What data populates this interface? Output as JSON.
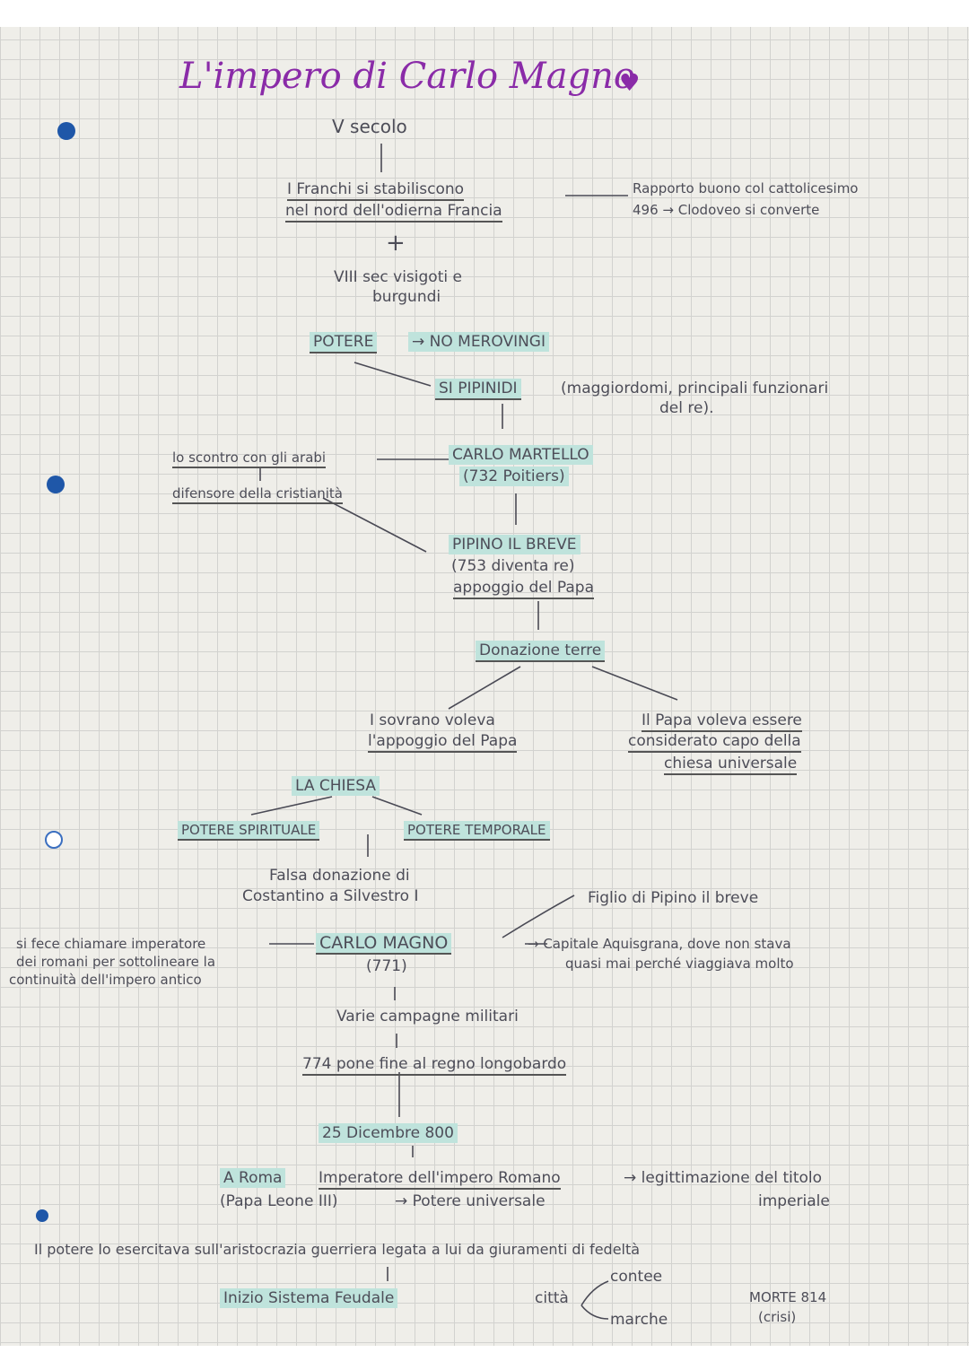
{
  "title": "L'impero di Carlo Magno",
  "heart_icon": "heart-icon",
  "colors": {
    "title": "#8a2ba8",
    "highlight": "#bfe3dc",
    "holes": "#1f57a8"
  },
  "nodes": {
    "secolo": "V secolo",
    "franchi_1": "I Franchi si stabiliscono",
    "franchi_2": "nel nord dell'odierna Francia",
    "rapporto": "Rapporto buono col cattolicesimo",
    "clodoveo": "496 → Clodoveo si converte",
    "plus": "+",
    "visigoti_1": "VIII sec visigoti e",
    "visigoti_2": "burgundi",
    "potere": "POTERE",
    "merovingi": "→ NO MEROVINGI",
    "pipinidi": "SI PIPINIDI",
    "maggiordomi_1": "(maggiordomi, principali funzionari",
    "maggiordomi_2": "del re).",
    "scontro": "lo scontro con gli arabi",
    "difensore": "difensore della cristianità",
    "martello": "CARLO MARTELLO",
    "poitiers": "(732 Poitiers)",
    "pipino": "PIPINO IL BREVE",
    "diventa_re": "(753 diventa re)",
    "appoggio": "appoggio del Papa",
    "donazione": "Donazione terre",
    "sovrano_1": "I sovrano voleva",
    "sovrano_2": "l'appoggio del Papa",
    "papa_1": "Il Papa voleva essere",
    "papa_2": "considerato capo della",
    "papa_3": "chiesa universale",
    "chiesa": "LA CHIESA",
    "spirituale": "POTERE SPIRITUALE",
    "temporale": "POTERE TEMPORALE",
    "falsa_1": "Falsa donazione di",
    "falsa_2": "Costantino a Silvestro I",
    "figlio": "Figlio di Pipino il breve",
    "imperatore_1": "si fece chiamare imperatore",
    "imperatore_2": "dei romani per sottolineare la",
    "imperatore_3": "continuità dell'impero antico",
    "carlo_magno": "CARLO MAGNO",
    "anno_771": "(771)",
    "capitale_1": "→ Capitale Aquisgrana, dove non stava",
    "capitale_2": "quasi mai perché viaggiava molto",
    "campagne": "Varie campagne militari",
    "longobardo": "774 pone fine al regno longobardo",
    "dicembre": "25 Dicembre 800",
    "roma": "A Roma",
    "imperatore_romano": "Imperatore dell'impero Romano",
    "legittimazione_1": "→ legittimazione del titolo",
    "legittimazione_2": "imperiale",
    "papa_leone": "(Papa Leone III)",
    "universale": "→ Potere universale",
    "esercitava": "Il potere lo esercitava sull'aristocrazia guerriera legata a lui da giuramenti di fedeltà",
    "feudale": "Inizio Sistema Feudale",
    "citta": "città",
    "contee": "contee",
    "marche": "marche",
    "morte_1": "MORTE 814",
    "morte_2": "(crisi)"
  }
}
